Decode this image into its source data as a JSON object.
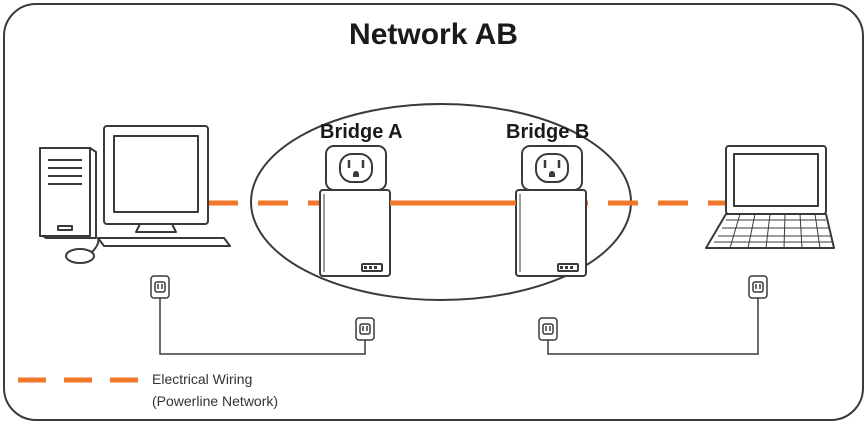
{
  "diagram": {
    "title": "Network AB",
    "bridges": [
      {
        "label": "Bridge A"
      },
      {
        "label": "Bridge B"
      }
    ],
    "legend": {
      "line1": "Electrical Wiring",
      "line2": "(Powerline Network)"
    },
    "colors": {
      "accent": "#f07828",
      "outline": "#3a3a3a",
      "plug": "#ffffff"
    },
    "icons": [
      "desktop-computer-icon",
      "laptop-icon",
      "power-outlet-icon",
      "powerline-adapter-icon",
      "wall-plug-icon"
    ]
  }
}
